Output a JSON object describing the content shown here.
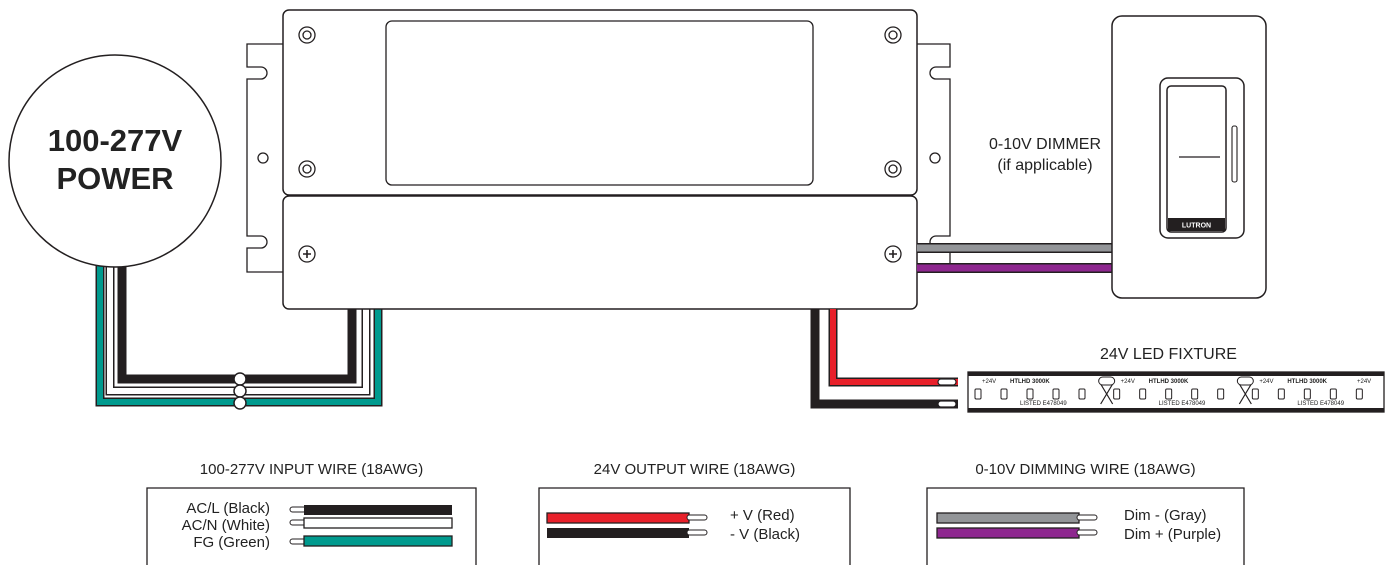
{
  "power": {
    "line1": "100-277V",
    "line2": "POWER"
  },
  "dimmer": {
    "line1": "0-10V DIMMER",
    "line2": "(if applicable)",
    "brand": "LUTRON"
  },
  "led_fixture": {
    "title": "24V LED FIXTURE",
    "segments": [
      {
        "voltage": "+24V",
        "model": "HTLHD 3000K",
        "listing": "LISTED E478049"
      },
      {
        "voltage": "+24V",
        "model": "HTLHD 3000K",
        "listing": "LISTED E478049"
      },
      {
        "voltage": "+24V",
        "model": "HTLHD 3000K",
        "listing": "LISTED E478049"
      }
    ],
    "end_voltage": "+24V"
  },
  "legends": {
    "input": {
      "title": "100-277V INPUT WIRE (18AWG)",
      "wires": [
        {
          "label": "AC/L (Black)",
          "color": "#231f20"
        },
        {
          "label": "AC/N (White)",
          "color": "#ffffff"
        },
        {
          "label": "FG (Green)",
          "color": "#009a8e"
        }
      ]
    },
    "output": {
      "title": "24V OUTPUT WIRE (18AWG)",
      "wires": [
        {
          "label": "+ V (Red)",
          "color": "#e8202a"
        },
        {
          "label": "- V (Black)",
          "color": "#231f20"
        }
      ]
    },
    "dimming": {
      "title": "0-10V DIMMING WIRE (18AWG)",
      "wires": [
        {
          "label": "Dim - (Gray)",
          "color": "#939598"
        },
        {
          "label": "Dim + (Purple)",
          "color": "#8e278f"
        }
      ]
    }
  },
  "colors": {
    "outline": "#231f20",
    "black": "#231f20",
    "white": "#ffffff",
    "green": "#009a8e",
    "red": "#e8202a",
    "gray": "#939598",
    "purple": "#8e278f"
  }
}
